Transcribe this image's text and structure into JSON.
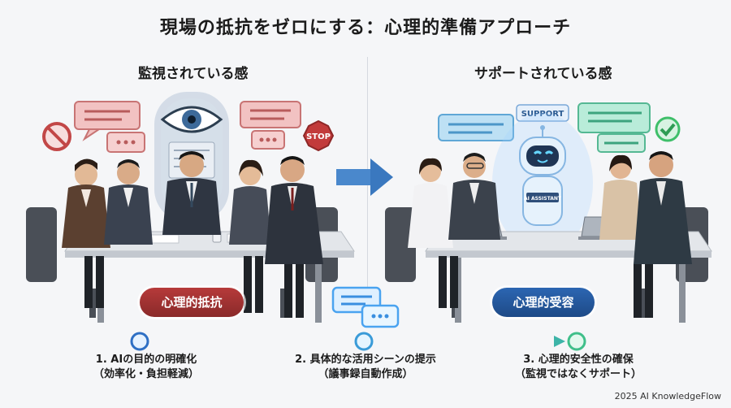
{
  "title": "現場の抵抗をゼロにする：心理的準備アプローチ",
  "left_heading": "監視されている感",
  "right_heading": "サポートされている感",
  "left_label": "心理的抵抗",
  "right_label": "心理的受容",
  "stop_sign": "STOP",
  "support_badge": "SUPPORT",
  "robot_badge": "AI ASSISTANT",
  "steps": [
    {
      "line1": "1. AIの目的の明確化",
      "line2": "（効率化・負担軽減）"
    },
    {
      "line1": "2. 具体的な活用シーンの提示",
      "line2": "（議事録自動作成）"
    },
    {
      "line1": "3. 心理的安全性の確保",
      "line2": "（監視ではなくサポート）"
    }
  ],
  "credit": "2025 AI KnowledgeFlow",
  "colors": {
    "resistance": "#a33434",
    "acceptance": "#2558a0",
    "glow": "#5aa9ff",
    "check": "#3fbf6a"
  }
}
